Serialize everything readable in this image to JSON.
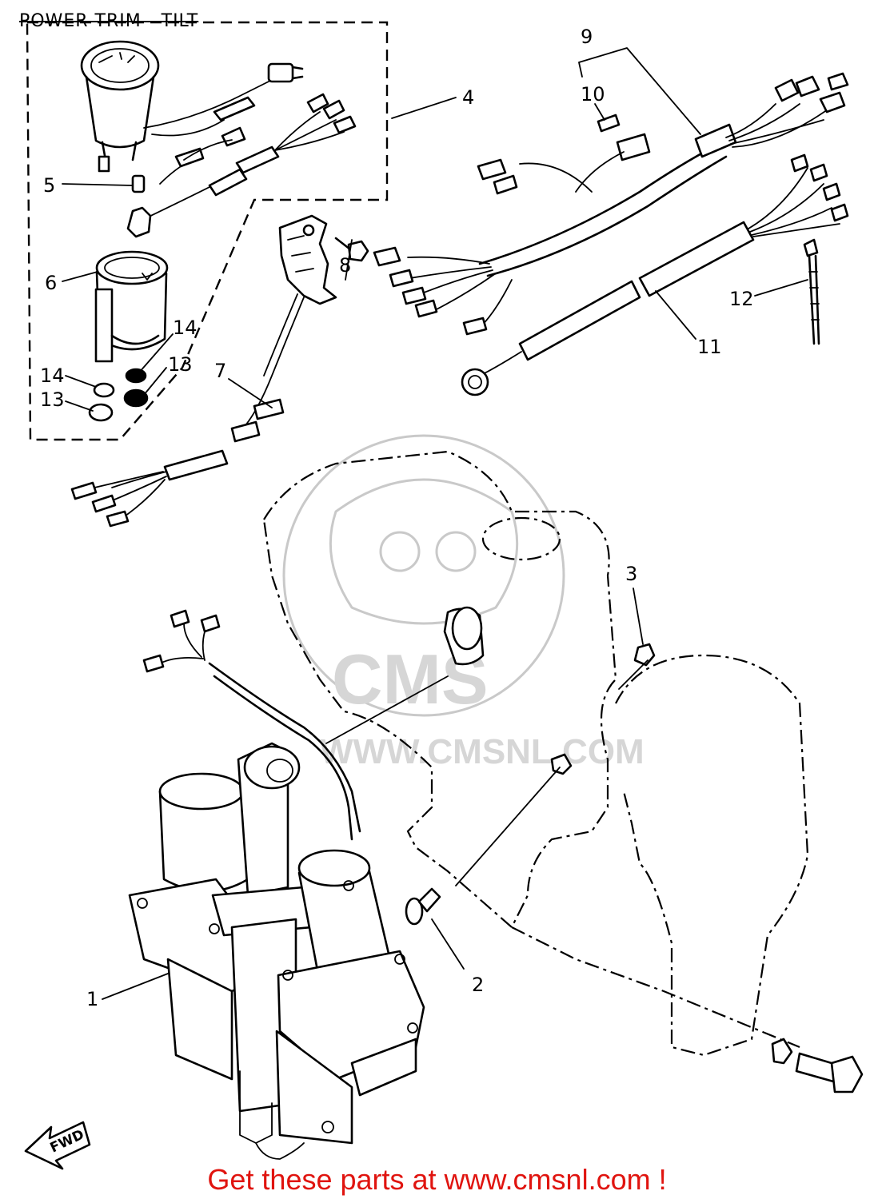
{
  "header": {
    "title": "POWER TRIM - TILT"
  },
  "callouts": [
    {
      "id": "1",
      "label": "1"
    },
    {
      "id": "2",
      "label": "2"
    },
    {
      "id": "3",
      "label": "3"
    },
    {
      "id": "4",
      "label": "4"
    },
    {
      "id": "5",
      "label": "5"
    },
    {
      "id": "6",
      "label": "6"
    },
    {
      "id": "7",
      "label": "7"
    },
    {
      "id": "8",
      "label": "8"
    },
    {
      "id": "9",
      "label": "9"
    },
    {
      "id": "10",
      "label": "10"
    },
    {
      "id": "11",
      "label": "11"
    },
    {
      "id": "12",
      "label": "12"
    },
    {
      "id": "13a",
      "label": "13"
    },
    {
      "id": "13b",
      "label": "13"
    },
    {
      "id": "14a",
      "label": "14"
    },
    {
      "id": "14b",
      "label": "14"
    }
  ],
  "fwd_arrow": {
    "label": "FWD"
  },
  "watermark": {
    "brand": "CMS",
    "url": "WWW.CMSNL.COM"
  },
  "footer": {
    "text": "Get these parts at www.cmsnl.com !",
    "color": "#e0140f"
  }
}
